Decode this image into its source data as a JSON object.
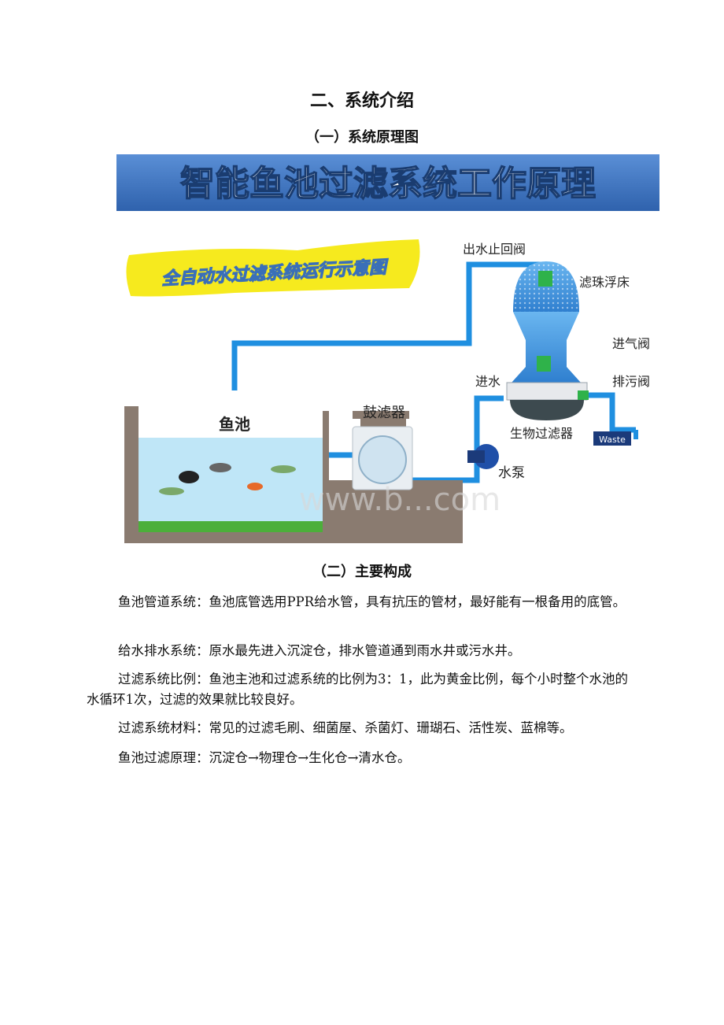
{
  "section_title": "二、系统介绍",
  "subsection1": "（一）系统原理图",
  "diagram": {
    "banner_title": "智能鱼池过滤系统工作原理",
    "yellow_caption": "全自动水过滤系统运行示意图",
    "labels": {
      "outlet_valve": "出水止回阀",
      "bead_bed": "滤珠浮床",
      "air_valve": "进气阀",
      "drain_valve": "排污阀",
      "water_in": "进水",
      "fish_pond": "鱼池",
      "drum_filter": "鼓滤器",
      "bio_filter": "生物过滤器",
      "pump": "水泵",
      "waste": "Waste",
      "watermark": "www.b...com"
    }
  },
  "subsection2": "（二）主要构成",
  "paragraphs": [
    "鱼池管道系统：鱼池底管选用PPR给水管，具有抗压的管材，最好能有一根备用的底管。",
    "给水排水系统：原水最先进入沉淀仓，排水管道通到雨水井或污水井。",
    "过滤系统比例：鱼池主池和过滤系统的比例为3：1，此为黄金比例，每个小时整个水池的水循环1次，过滤的效果就比较良好。",
    "过滤系统材料：常见的过滤毛刷、细菌屋、杀菌灯、珊瑚石、活性炭、蓝棉等。",
    "鱼池过滤原理：沉淀仓→物理仓→生化仓→清水仓。"
  ],
  "colors": {
    "pipe": "#1f8fe0",
    "banner_bg": "#3a6fb8",
    "wall": "#8a7b70",
    "water": "#bfe6f7",
    "yellow": "#f6ea1e"
  }
}
